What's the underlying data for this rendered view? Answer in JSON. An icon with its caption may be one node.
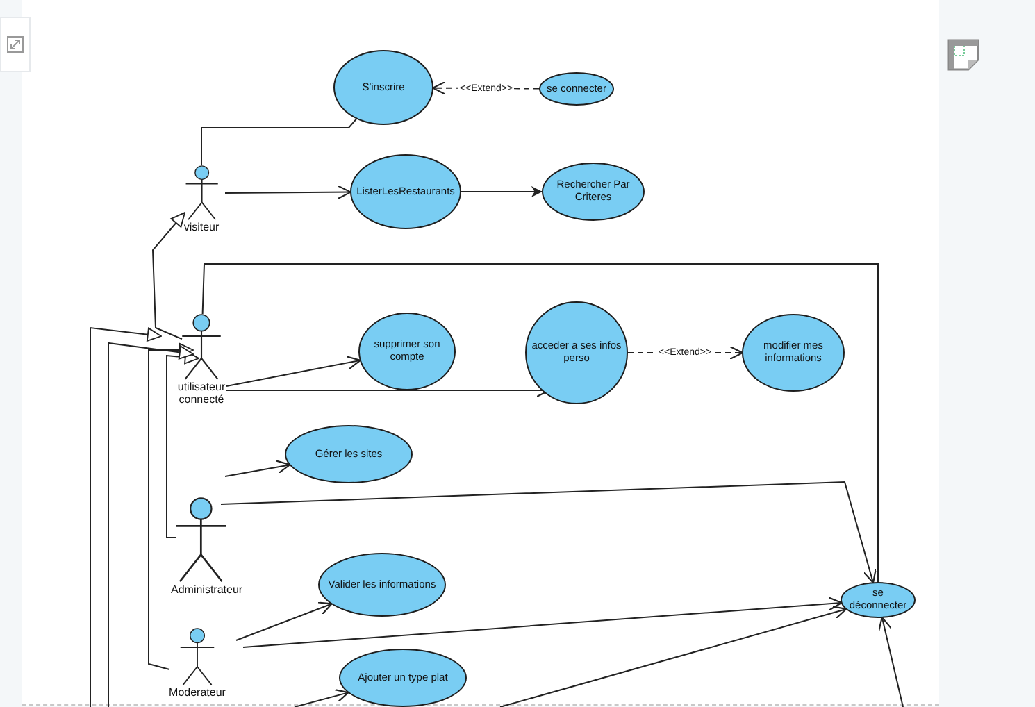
{
  "diagram": {
    "nodes": [
      {
        "text": [
          "S'inscrire"
        ]
      },
      {
        "text": [
          "se connecter"
        ]
      },
      {
        "text": [
          "visiteur"
        ]
      },
      {
        "text": [
          "ListerLesRestaurants"
        ]
      },
      {
        "text": [
          "Rechercher Par Criteres"
        ]
      },
      {
        "text": [
          "utilisateur connecté"
        ]
      },
      {
        "text": [
          "supprimer son compte"
        ]
      },
      {
        "text": [
          "acceder a ses infos perso"
        ]
      },
      {
        "text": [
          "modifier mes informations"
        ]
      },
      {
        "text": [
          "Gérer les sites"
        ]
      },
      {
        "text": [
          "Administrateur"
        ]
      },
      {
        "text": [
          "Valider les informations"
        ]
      },
      {
        "text": [
          "se déconnecter"
        ]
      },
      {
        "text": [
          "Moderateur"
        ]
      },
      {
        "text": [
          "Ajouter un type plat"
        ]
      }
    ],
    "edges": [
      {
        "from": 2,
        "to": 0,
        "arrow": "none"
      },
      {
        "from": 1,
        "to": 0,
        "arrow": "to",
        "label": "<<Extend>>",
        "style": "dashed"
      },
      {
        "from": 2,
        "to": 3,
        "arrow": "to"
      },
      {
        "from": 3,
        "to": 4,
        "arrow": "to"
      },
      {
        "from": 5,
        "to": 2,
        "arrow": "to"
      },
      {
        "from": 5,
        "to": 12,
        "arrow": "none"
      },
      {
        "from": 5,
        "to": 6,
        "arrow": "to"
      },
      {
        "from": 5,
        "to": 7,
        "arrow": "to"
      },
      {
        "from": 7,
        "to": 8,
        "arrow": "to",
        "label": "<<Extend>>",
        "style": "dashed"
      },
      {
        "from": 10,
        "to": 9,
        "arrow": "to"
      },
      {
        "from": 10,
        "to": 12,
        "arrow": "to"
      },
      {
        "from": 10,
        "to": 5,
        "arrow": "to"
      },
      {
        "from": 13,
        "to": 11,
        "arrow": "to"
      },
      {
        "from": 13,
        "to": 12,
        "arrow": "to"
      },
      {
        "from": 13,
        "to": 5,
        "arrow": "to"
      },
      {
        "from": null,
        "to": 5,
        "arrow": "to"
      },
      {
        "from": null,
        "to": 5,
        "arrow": "to"
      },
      {
        "from": null,
        "to": 14,
        "arrow": "to"
      },
      {
        "from": null,
        "to": 12,
        "arrow": "to"
      },
      {
        "from": null,
        "to": 12,
        "arrow": "to"
      }
    ]
  }
}
